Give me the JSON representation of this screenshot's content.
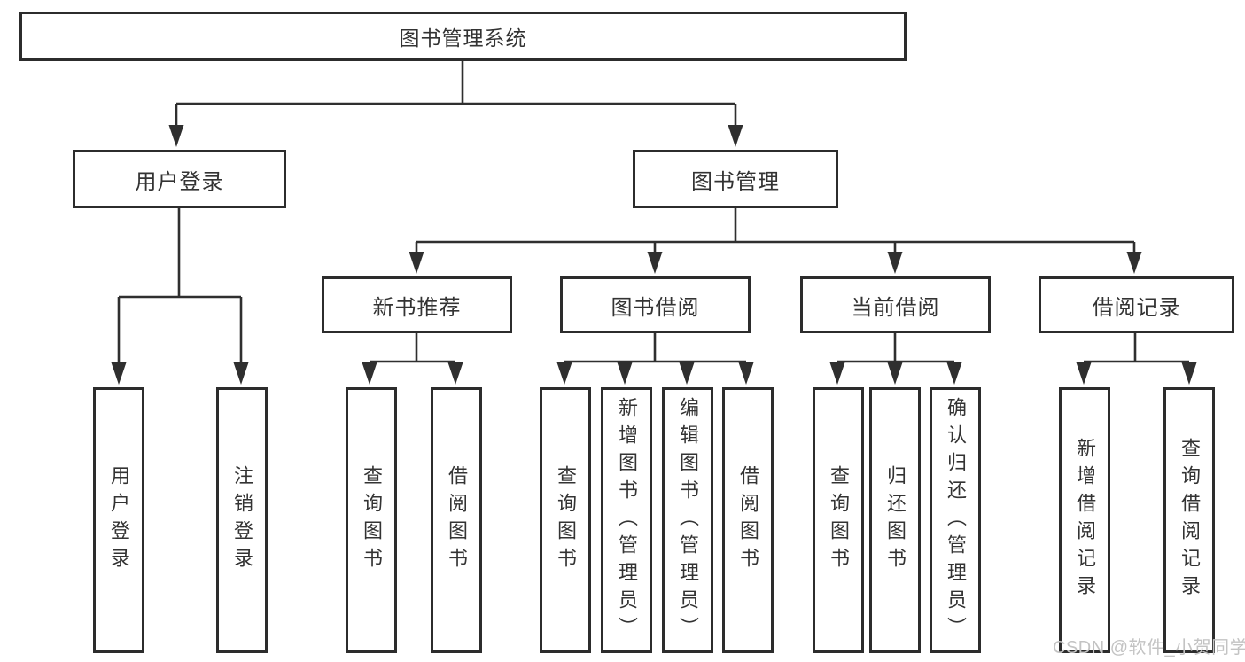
{
  "tree": {
    "root": {
      "label": "图书管理系统"
    },
    "branches": [
      {
        "label": "用户登录",
        "children": [
          {
            "label": "用户登录"
          },
          {
            "label": "注销登录"
          }
        ]
      },
      {
        "label": "图书管理",
        "children": [
          {
            "label": "新书推荐",
            "children": [
              {
                "label": "查询图书"
              },
              {
                "label": "借阅图书"
              }
            ]
          },
          {
            "label": "图书借阅",
            "children": [
              {
                "label": "查询图书"
              },
              {
                "label": "新增图书（管理员）"
              },
              {
                "label": "编辑图书（管理员）"
              },
              {
                "label": "借阅图书"
              }
            ]
          },
          {
            "label": "当前借阅",
            "children": [
              {
                "label": "查询图书"
              },
              {
                "label": "归还图书"
              },
              {
                "label": "确认归还（管理员）"
              }
            ]
          },
          {
            "label": "借阅记录",
            "children": [
              {
                "label": "新增借阅记录"
              },
              {
                "label": "查询借阅记录"
              }
            ]
          }
        ]
      }
    ]
  },
  "watermark": "CSDN @软件_小贺同学",
  "colors": {
    "line": "#2f2f2f",
    "text": "#333333",
    "watermark": "#c3c3c3",
    "background": "#ffffff"
  }
}
